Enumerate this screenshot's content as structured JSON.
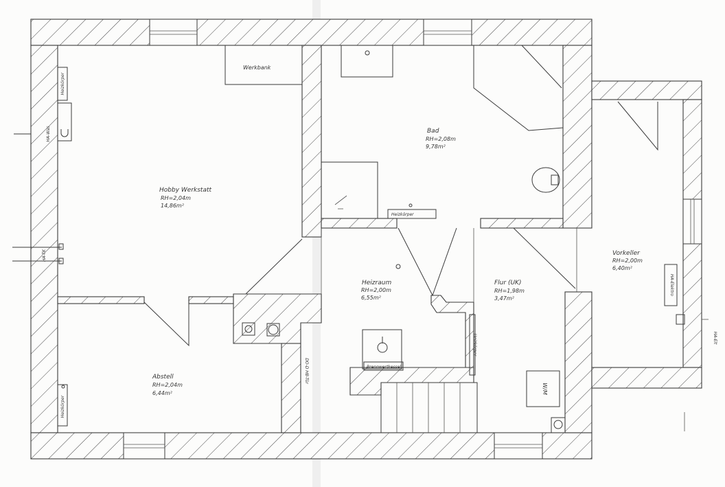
{
  "rooms": {
    "hobby": {
      "name": "Hobby Werkstatt",
      "height": "RH=2,04m",
      "area": "14,86m²"
    },
    "bad": {
      "name": "Bad",
      "height": "RH=2,08m",
      "area": "9,78m²"
    },
    "heizraum": {
      "name": "Heizraum",
      "height": "RH=2,00m",
      "area": "6,55m²"
    },
    "flur": {
      "name": "Flur (UK)",
      "height": "RH=1,98m",
      "area": "3,47m²"
    },
    "vorkeller": {
      "name": "Vorkeller",
      "height": "RH=2,00m",
      "area": "6,40m²"
    },
    "abstell": {
      "name": "Abstell",
      "height": "RH=2,04m",
      "area": "6,44m²"
    }
  },
  "fixtures": {
    "werkbank": "Werkbank",
    "heizkoerper_hobby": "Heizkörper",
    "heizkoerper_bad": "Heizkörper",
    "heizkoerper_abstell": "Heizkörper",
    "heizkoerper_flur": "Heizkörper",
    "brennwertkessel": "Brennwertkessel",
    "wm": "W/M",
    "ha_elektro": "HA-Elektro",
    "ha_elt": "HA-Elt",
    "ha_wasser": "HA-Was",
    "ha_tk": "HA-TK",
    "hb_tuer": "DO-D HB-Tür"
  },
  "colors": {
    "lines": "#3a3a3a",
    "paper": "#fcfcfb"
  }
}
